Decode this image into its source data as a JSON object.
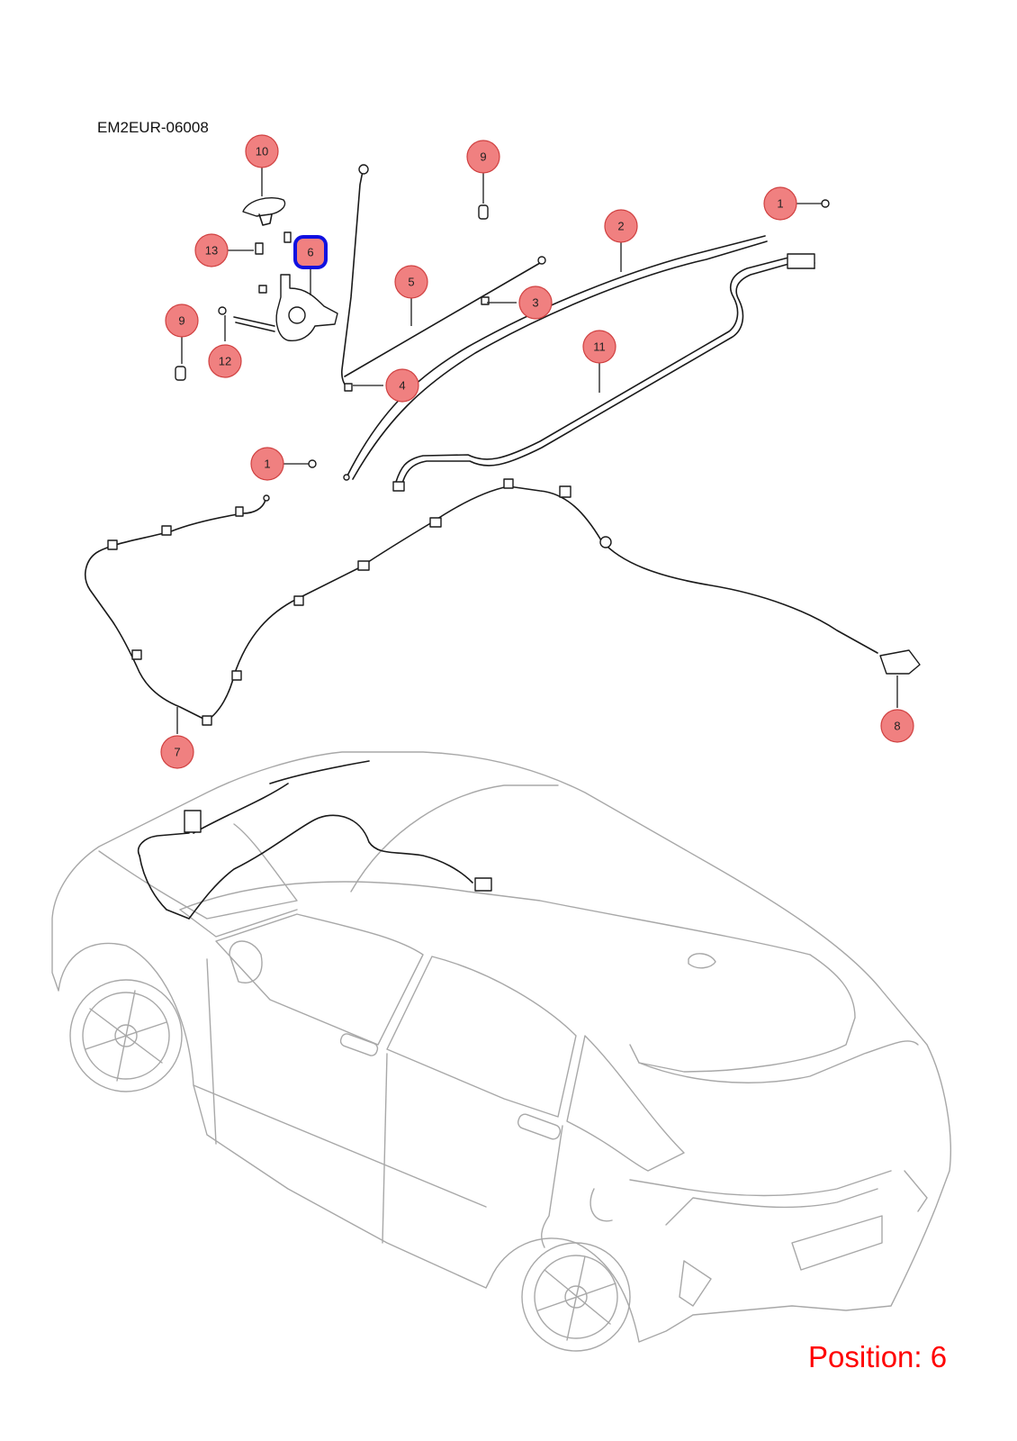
{
  "diagram_code": "EM2EUR-06008",
  "position_label": "Position: 6",
  "colors": {
    "callout_fill": "#f08080",
    "callout_stroke": "#d04040",
    "selected_stroke": "#1010e0",
    "position_text": "#ff0000",
    "car_outline": "#a8a8a8"
  },
  "callouts": [
    {
      "id": "c10",
      "number": "10"
    },
    {
      "id": "c9a",
      "number": "9"
    },
    {
      "id": "c1a",
      "number": "1"
    },
    {
      "id": "c2",
      "number": "2"
    },
    {
      "id": "c13",
      "number": "13"
    },
    {
      "id": "c6",
      "number": "6",
      "selected": true
    },
    {
      "id": "c5",
      "number": "5"
    },
    {
      "id": "c3",
      "number": "3"
    },
    {
      "id": "c9b",
      "number": "9"
    },
    {
      "id": "c12",
      "number": "12"
    },
    {
      "id": "c11",
      "number": "11"
    },
    {
      "id": "c4",
      "number": "4"
    },
    {
      "id": "c1b",
      "number": "1"
    },
    {
      "id": "c7",
      "number": "7"
    },
    {
      "id": "c8",
      "number": "8"
    }
  ]
}
